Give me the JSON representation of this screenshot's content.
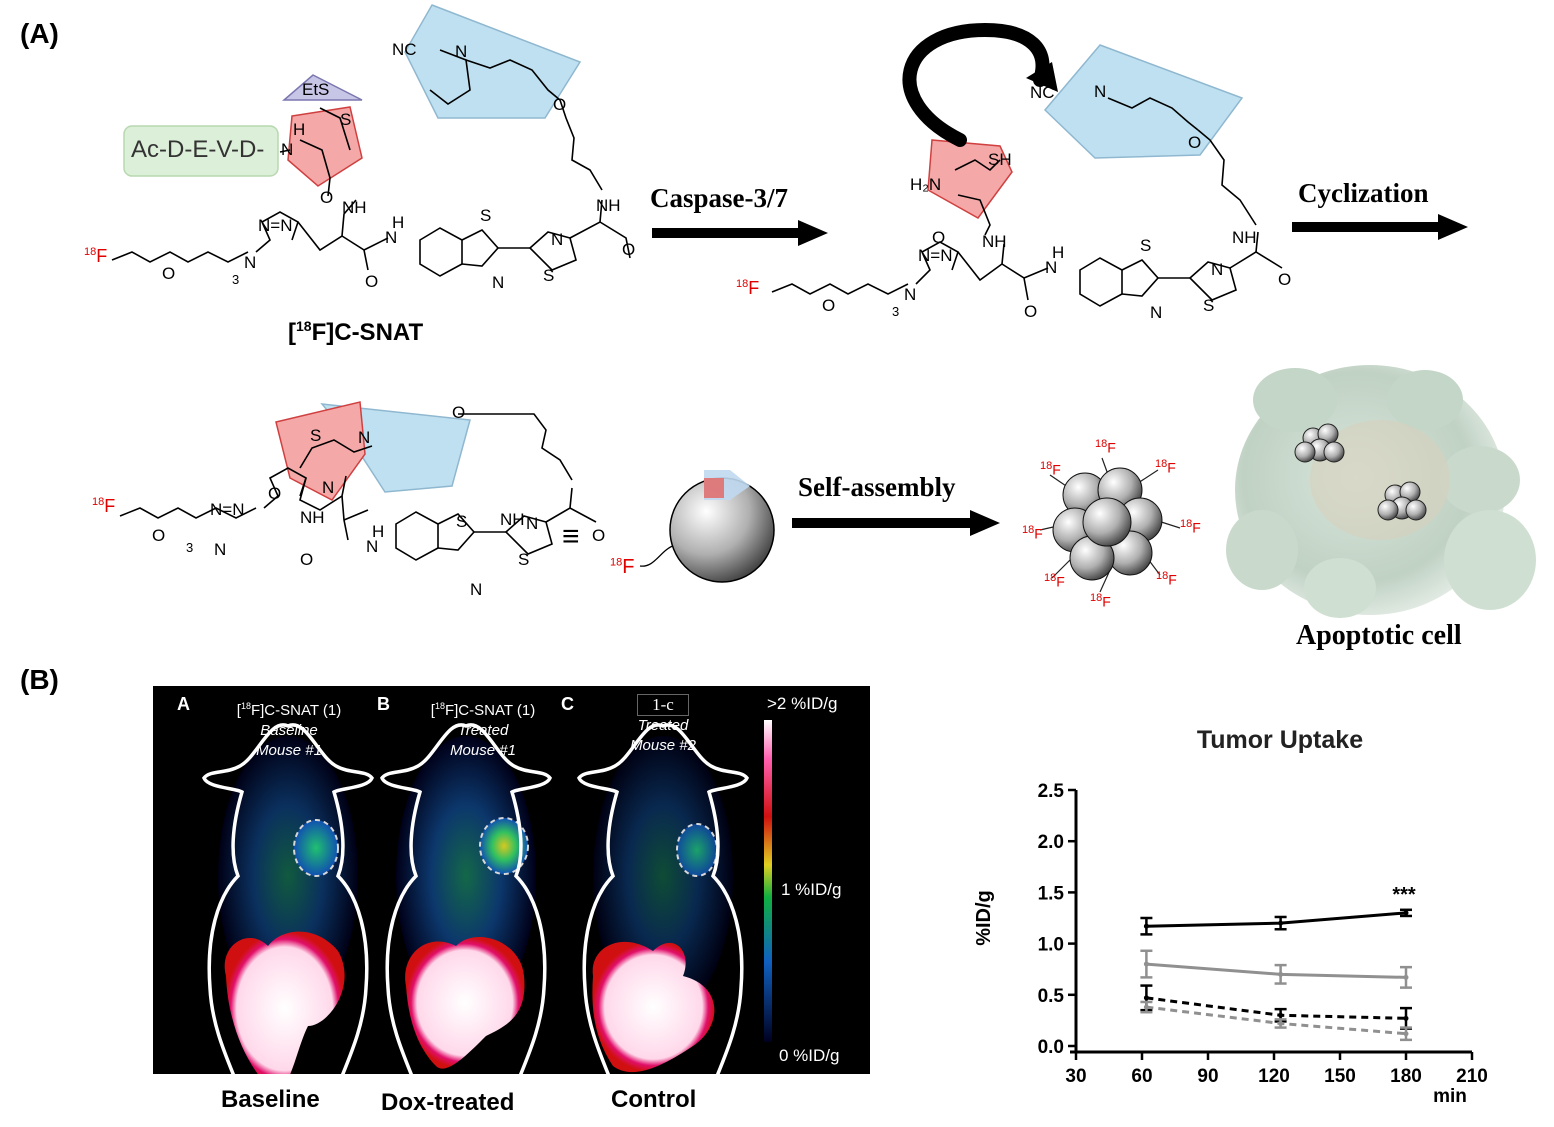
{
  "panels": {
    "a_label": "(A)",
    "b_label": "(B)"
  },
  "scheme": {
    "compound_name_pre": "[",
    "compound_name_sup": "18",
    "compound_name_post": "F]C-SNAT",
    "peptide": "Ac-D-E-V-D-",
    "ets": "EtS",
    "step1": "Caspase-3/7",
    "step2": "Cyclization",
    "step3": "Self-assembly",
    "cell_label": "Apoptotic cell",
    "isotope_sup": "18",
    "isotope": "F",
    "equiv": "≡",
    "atoms": {
      "nc": "NC",
      "n": "N",
      "s": "S",
      "o": "O",
      "nh": "NH",
      "h": "H",
      "h2n": "H₂N",
      "sh": "SH",
      "sub3": "3"
    }
  },
  "pet": {
    "sub_a": {
      "letter": "A",
      "line1_pre": "[",
      "line1_sup": "18",
      "line1_post": "F]C-SNAT (1)",
      "line2": "Baseline",
      "line3": "Mouse #1"
    },
    "sub_b": {
      "letter": "B",
      "line1_pre": "[",
      "line1_sup": "18",
      "line1_post": "F]C-SNAT (1)",
      "line2": "Treated",
      "line3": "Mouse #1"
    },
    "sub_c": {
      "letter": "C",
      "line1": "1-c",
      "line2": "Treated",
      "line3": "Mouse #2"
    },
    "scale_top": ">2 %ID/g",
    "scale_mid": "1 %ID/g",
    "scale_bottom": "0 %ID/g",
    "captions": [
      "Baseline",
      "Dox-treated",
      "Control"
    ],
    "colors": {
      "hot": "#ffffff",
      "high": "#e0106a",
      "red": "#d01010",
      "yellow": "#e0d020",
      "green": "#10b040",
      "blue": "#1060c0",
      "dark": "#000020"
    }
  },
  "chart_data": {
    "type": "line",
    "title": "Tumor Uptake",
    "xlabel": "min",
    "ylabel": "%ID/g",
    "xlim": [
      30,
      210
    ],
    "ylim": [
      0,
      2.5
    ],
    "xticks": [
      30,
      60,
      90,
      120,
      150,
      180,
      210
    ],
    "yticks": [
      0.0,
      0.5,
      1.0,
      1.5,
      2.0,
      2.5
    ],
    "ytick_labels": [
      "0.0",
      "0.5",
      "1.0",
      "1.5",
      "2.0",
      "2.5"
    ],
    "annotation": "***",
    "x": [
      62,
      123,
      180
    ],
    "series": [
      {
        "style": "solid",
        "color": "#000000",
        "values": [
          1.17,
          1.2,
          1.3
        ],
        "err": [
          0.08,
          0.06,
          0.03
        ]
      },
      {
        "style": "solid",
        "color": "#909090",
        "values": [
          0.8,
          0.7,
          0.67
        ],
        "err": [
          0.13,
          0.09,
          0.1
        ]
      },
      {
        "style": "dashed",
        "color": "#000000",
        "values": [
          0.47,
          0.3,
          0.27
        ],
        "err": [
          0.12,
          0.06,
          0.1
        ]
      },
      {
        "style": "dashed",
        "color": "#909090",
        "values": [
          0.38,
          0.22,
          0.12
        ],
        "err": [
          0.05,
          0.04,
          0.06
        ]
      }
    ]
  }
}
